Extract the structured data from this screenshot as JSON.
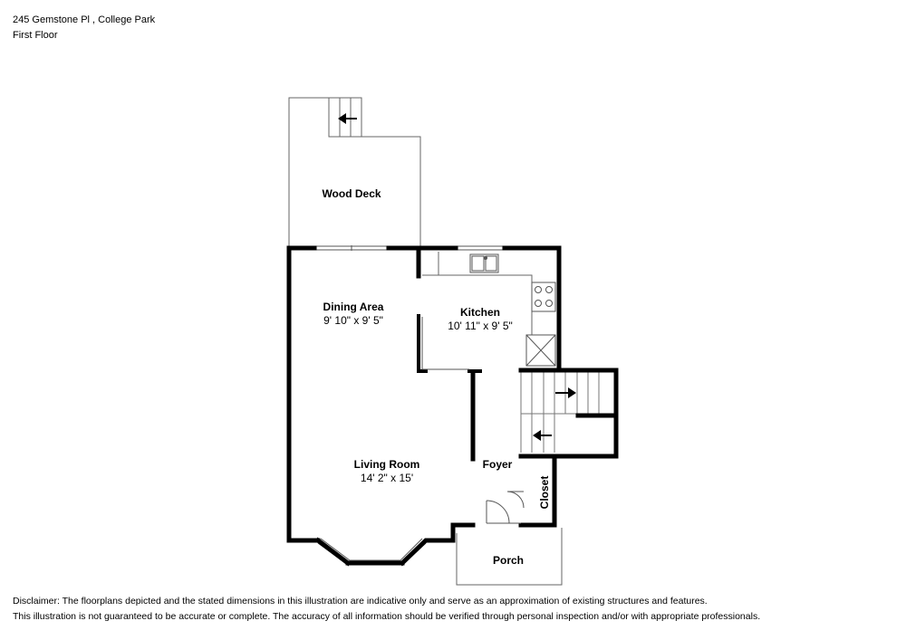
{
  "header": {
    "address": "245 Gemstone Pl , College Park",
    "floor": "First Floor"
  },
  "rooms": {
    "wood_deck": {
      "name": "Wood Deck"
    },
    "dining_area": {
      "name": "Dining Area",
      "dims": "9' 10\" x 9' 5\""
    },
    "kitchen": {
      "name": "Kitchen",
      "dims": "10' 11\" x 9' 5\""
    },
    "living_room": {
      "name": "Living Room",
      "dims": "14' 2\" x 15'"
    },
    "foyer": {
      "name": "Foyer"
    },
    "closet": {
      "name": "Closet"
    },
    "porch": {
      "name": "Porch"
    }
  },
  "disclaimer": {
    "line1": "Disclaimer: The floorplans depicted and the stated dimensions in this illustration are indicative only and serve as an approximation of existing structures and features.",
    "line2": "This illustration is not guaranteed to be accurate or complete. The accuracy of all information should be verified through personal inspection and/or with appropriate professionals."
  },
  "colors": {
    "wall": "#000000",
    "thin_line": "#555555",
    "background": "#ffffff"
  }
}
